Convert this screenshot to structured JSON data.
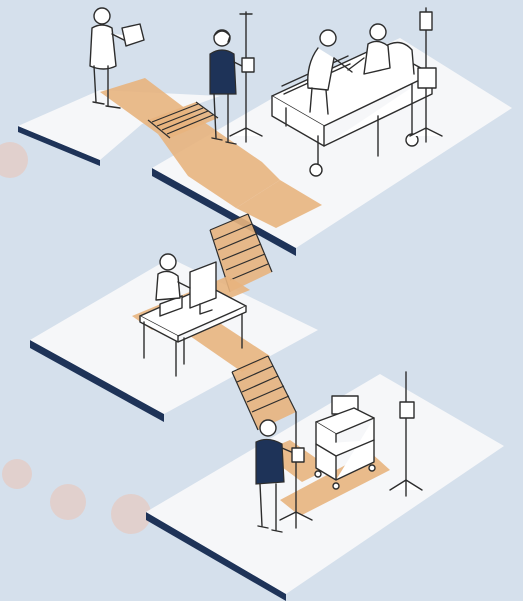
{
  "scene": {
    "colors": {
      "background": "#d5e0ec",
      "platform_top": "#f6f7f9",
      "platform_edge": "#1e3358",
      "pathway": "#e8b47e",
      "line_art": "#2d2d2d",
      "navy_accent": "#1e3358",
      "decor_circle": "#e3cdc8"
    },
    "levels": [
      {
        "id": "level-1",
        "figures": [
          "doctor-with-tablet",
          "nurse-with-iv-pole",
          "patient-in-bed",
          "caregiver-at-bedside"
        ]
      },
      {
        "id": "level-2",
        "figures": [
          "worker-at-computer-desk"
        ]
      },
      {
        "id": "level-3",
        "figures": [
          "clinician-with-iv-pole",
          "equipment-cart",
          "iv-pole"
        ]
      }
    ],
    "icons": [
      "doctor-figure",
      "nurse-figure",
      "hospital-bed",
      "iv-pole",
      "desk",
      "computer-monitor",
      "equipment-cart",
      "stairs"
    ]
  }
}
